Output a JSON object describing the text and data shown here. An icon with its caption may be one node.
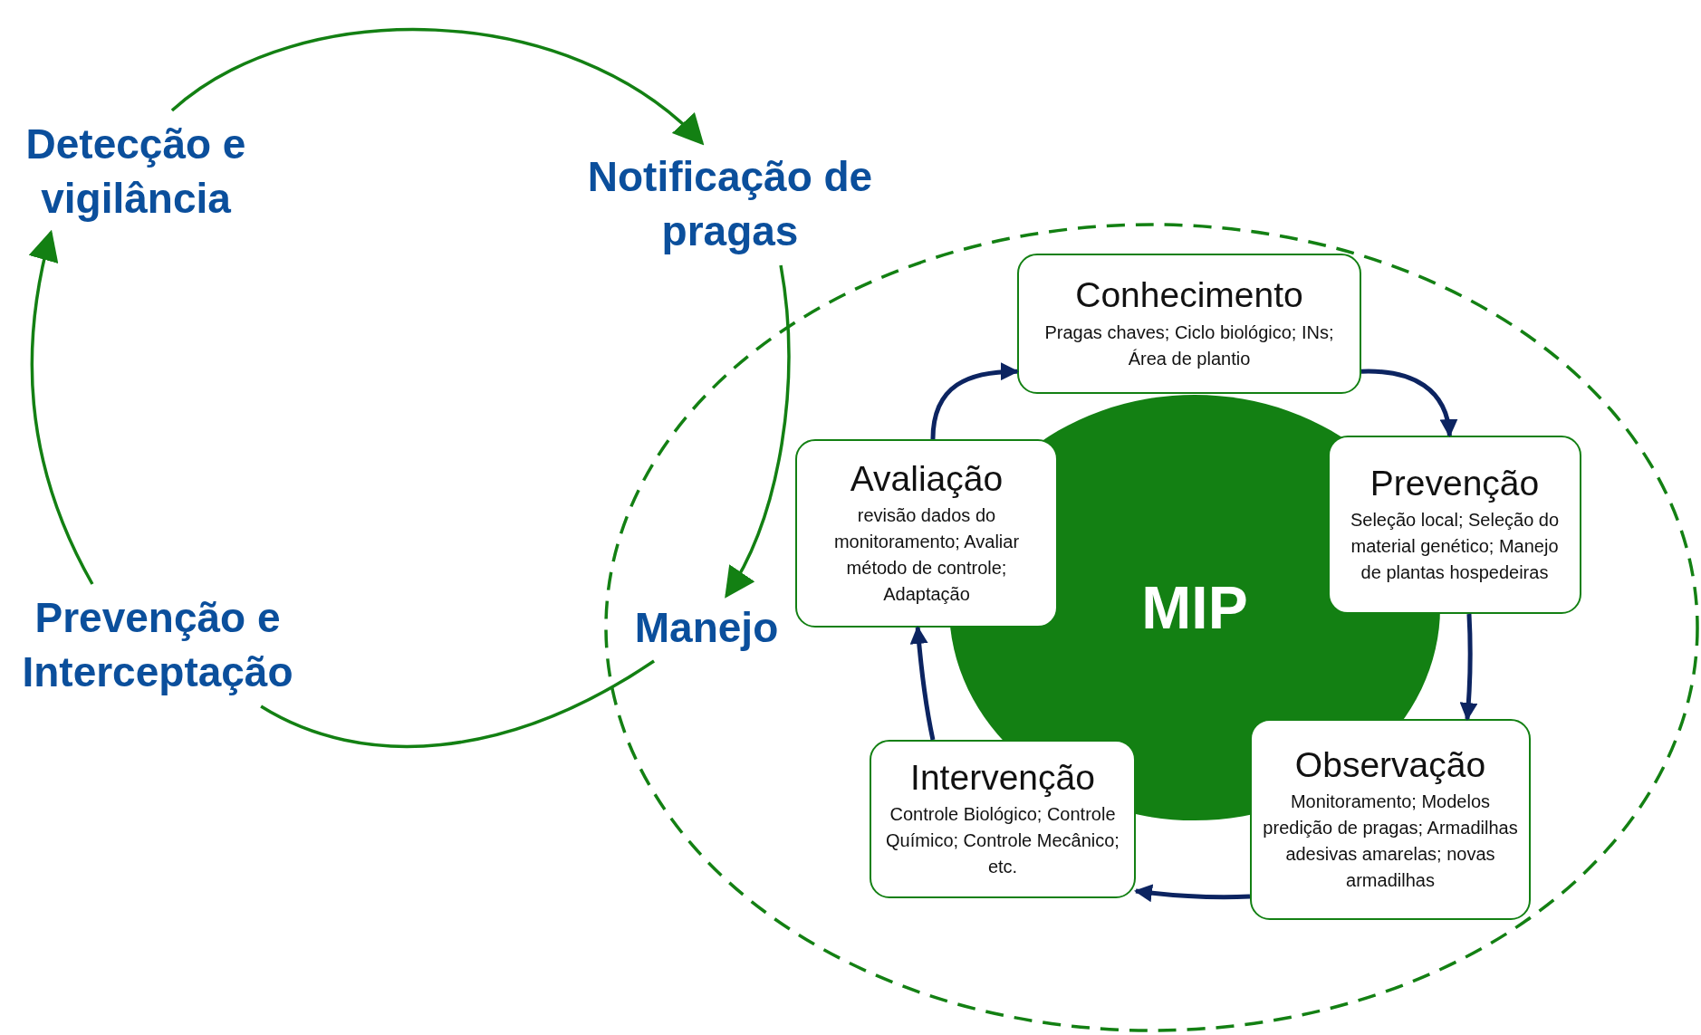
{
  "diagram": {
    "nodes": [
      {
        "text": [
          "Detecção e vigilância"
        ]
      },
      {
        "text": [
          "Notificação de pragas"
        ]
      },
      {
        "text": [],
        "shape": "ellipse"
      },
      {
        "text": [
          "Manejo"
        ],
        "in": 2
      },
      {
        "text": [
          "Prevenção e Interceptação"
        ]
      },
      {
        "text": [
          "MIP"
        ],
        "in": 2
      },
      {
        "text": [
          "Conhecimento",
          "Pragas chaves; Ciclo biológico; INs; Área de plantio"
        ],
        "in": 2
      },
      {
        "text": [
          "Prevenção",
          "Seleção local; Seleção do material genético; Manejo de plantas hospedeiras"
        ],
        "in": 2
      },
      {
        "text": [
          "Observação",
          "Monitoramento; Modelos predição de pragas; Armadilhas adesivas amarelas; novas armadilhas"
        ],
        "in": 2
      },
      {
        "text": [
          "Intervenção",
          "Controle Biológico; Controle Químico; Controle Mecânico; etc."
        ],
        "in": 2
      },
      {
        "text": [
          "Avaliação",
          "revisão dados do monitoramento; Avaliar método de controle; Adaptação"
        ],
        "in": 2
      }
    ],
    "edges": [
      {
        "from": 0,
        "to": 1,
        "arrow": "to",
        "color": "#138013"
      },
      {
        "from": 1,
        "to": 3,
        "arrow": "to",
        "color": "#138013"
      },
      {
        "from": 3,
        "to": 4,
        "arrow": "none",
        "color": "#138013"
      },
      {
        "from": 4,
        "to": 0,
        "arrow": "to",
        "color": "#138013"
      },
      {
        "from": 6,
        "to": 7,
        "arrow": "to"
      },
      {
        "from": 7,
        "to": 8,
        "arrow": "to"
      },
      {
        "from": 8,
        "to": 9,
        "arrow": "to"
      },
      {
        "from": 9,
        "to": 10,
        "arrow": "to"
      },
      {
        "from": 10,
        "to": 6,
        "arrow": "to"
      }
    ]
  }
}
